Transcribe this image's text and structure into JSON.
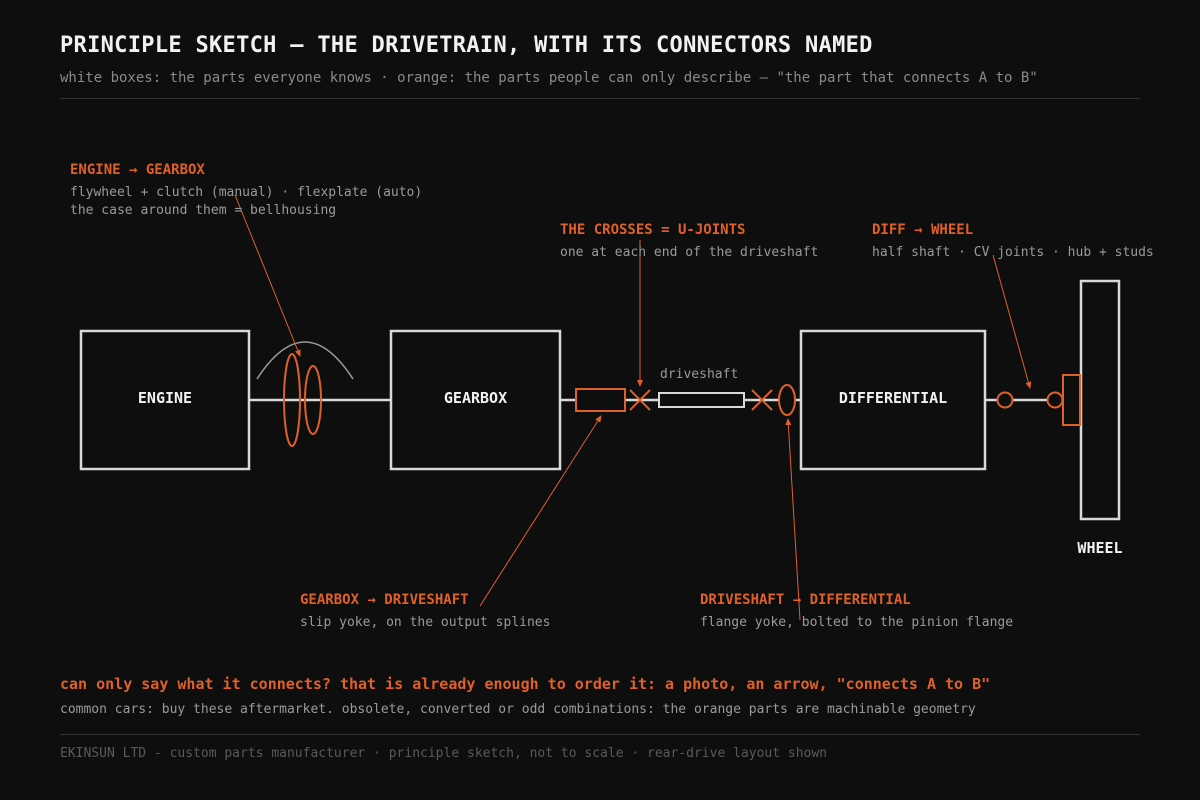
{
  "header": {
    "title": "PRINCIPLE SKETCH — THE DRIVETRAIN, WITH ITS CONNECTORS NAMED",
    "subtitle": "white boxes: the parts everyone knows · orange: the parts people can only describe — \"the part that connects A to B\""
  },
  "components": {
    "engine": "ENGINE",
    "gearbox": "GEARBOX",
    "differential": "DIFFERENTIAL",
    "wheel": "WHEEL",
    "driveshaft": "driveshaft"
  },
  "callouts": {
    "engine_gearbox": {
      "title": "ENGINE → GEARBOX",
      "line1": "flywheel + clutch (manual) · flexplate (auto)",
      "line2": "the case around them = bellhousing"
    },
    "crosses": {
      "title": "THE CROSSES = U-JOINTS",
      "line1": "one at each end of the driveshaft"
    },
    "diff_wheel": {
      "title": "DIFF → WHEEL",
      "line1": "half shaft · CV joints · hub + studs"
    },
    "gearbox_driveshaft": {
      "title": "GEARBOX → DRIVESHAFT",
      "line1": "slip yoke, on the output splines"
    },
    "driveshaft_diff": {
      "title": "DRIVESHAFT → DIFFERENTIAL",
      "line1": "flange yoke, bolted to the pinion flange"
    }
  },
  "footer": {
    "headline": "can only say what it connects? that is already enough to order it: a photo, an arrow, \"connects A to B\"",
    "note": "common cars: buy these aftermarket. obsolete, converted or odd combinations: the orange parts are machinable geometry",
    "credit": "EKINSUN LTD - custom parts manufacturer · principle sketch, not to scale · rear-drive layout shown"
  },
  "colors": {
    "background": "#0e0e0f",
    "known_part": "#d8d8d8",
    "connector_part": "#e0602a",
    "muted_text": "#9a9a9a"
  }
}
